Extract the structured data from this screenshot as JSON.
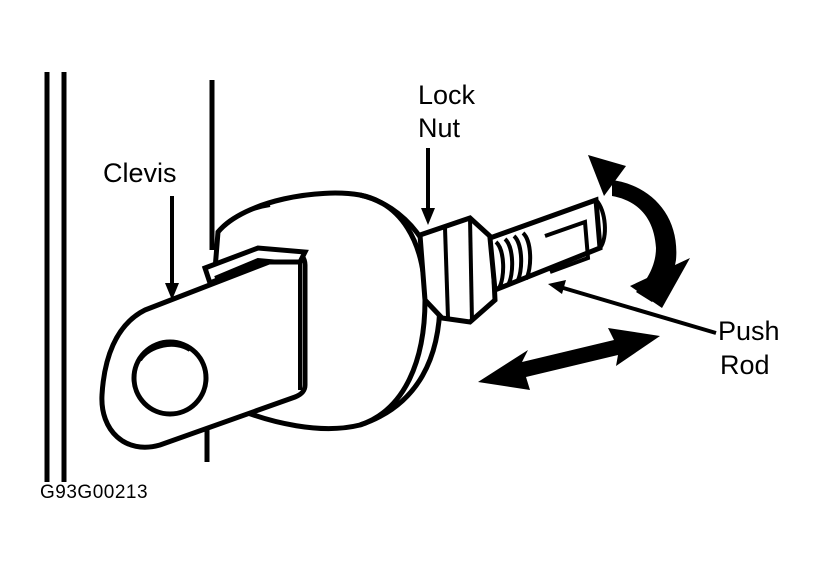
{
  "labels": {
    "lock": "Lock",
    "nut": "Nut",
    "clevis": "Clevis",
    "push": "Push",
    "rod": "Rod",
    "figure_id": "G93G00213"
  }
}
